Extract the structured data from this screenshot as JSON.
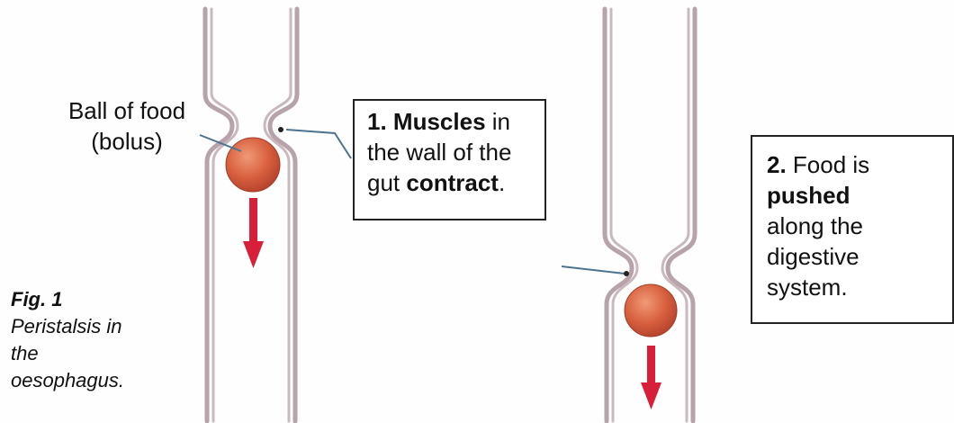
{
  "bolus_label": [
    "Ball of food",
    "(bolus)"
  ],
  "box1": {
    "line1_num": "1.",
    "line1_bold": "Muscles",
    "line1_rest": " in",
    "line2": "the wall of the",
    "line3_pre": "gut ",
    "line3_bold": "contract",
    "line3_post": "."
  },
  "box2": {
    "line1_num": "2.",
    "line1_rest": " Food is",
    "line2_bold": "pushed",
    "line3": "along the",
    "line4": "digestive",
    "line5": "system."
  },
  "caption": {
    "fig": "Fig. 1",
    "lines": [
      "Peristalsis in",
      "the",
      "oesophagus."
    ]
  },
  "colors": {
    "tube_wall": "#b7a3a9",
    "bolus": "#d8603f",
    "arrow": "#d81f3a",
    "pointer": "#4d7390"
  }
}
